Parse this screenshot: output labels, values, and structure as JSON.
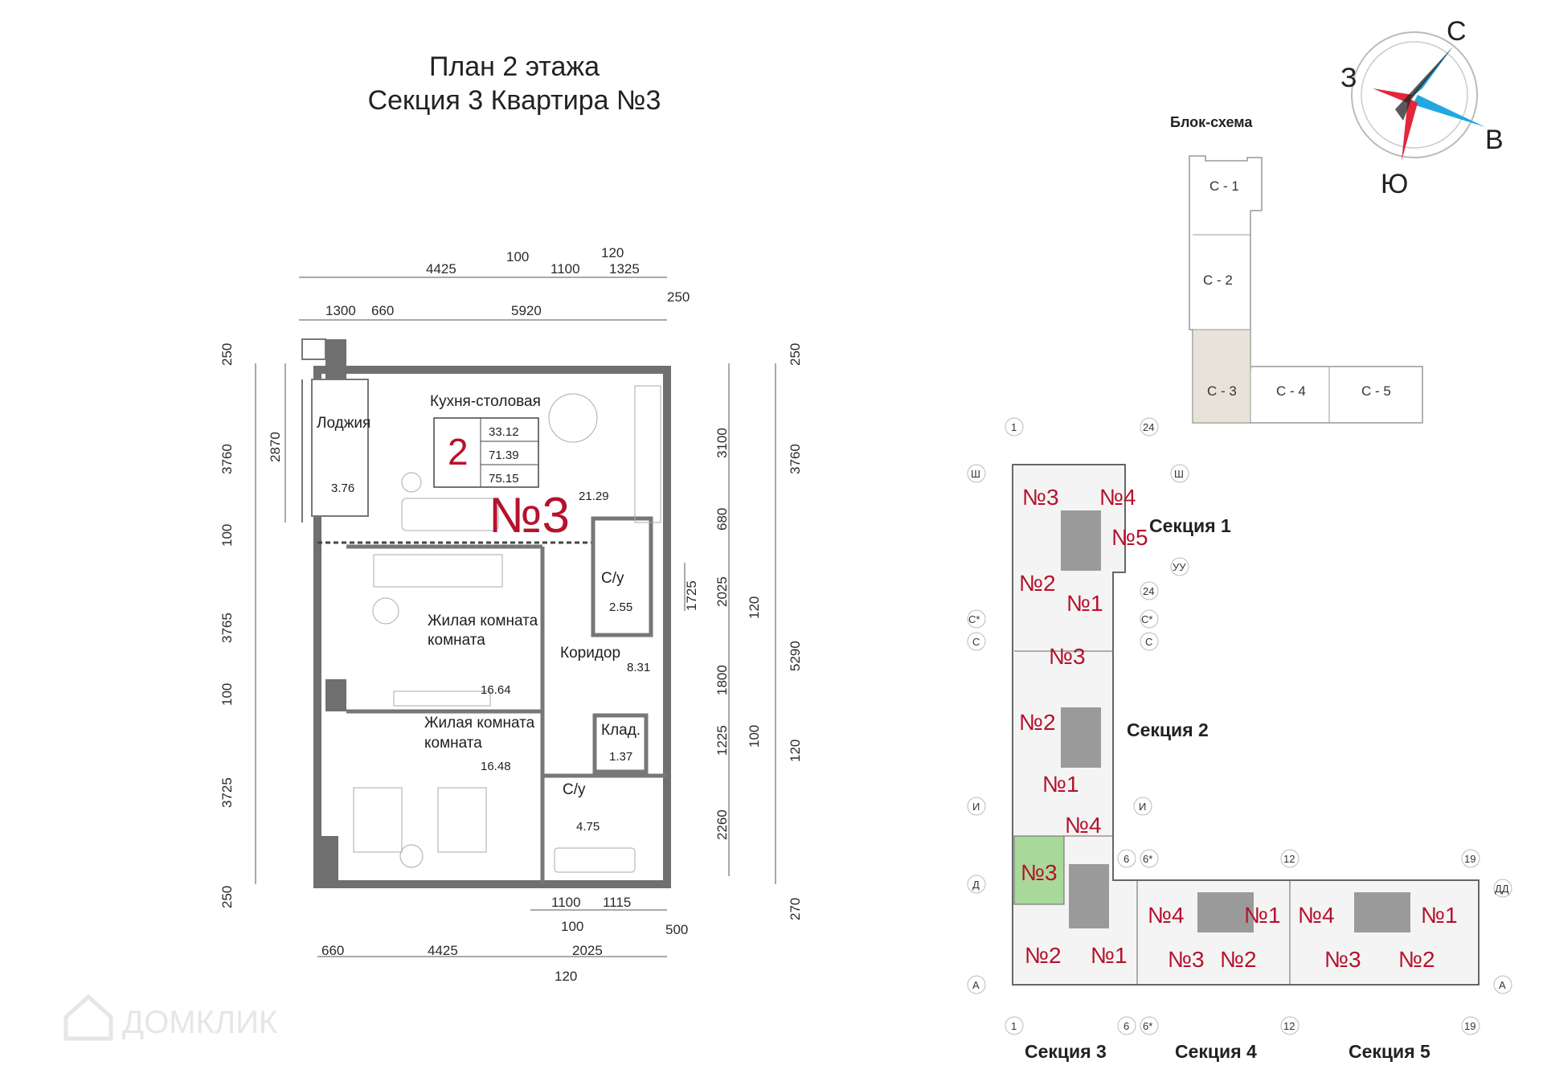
{
  "header": {
    "line1": "План 2 этажа",
    "line2": "Секция 3   Квартира №3"
  },
  "compass": {
    "n": "С",
    "w": "З",
    "e": "В",
    "s": "Ю"
  },
  "block_scheme": {
    "title": "Блок-схема",
    "blocks": [
      "С - 1",
      "С - 2",
      "С - 3",
      "С - 4",
      "С - 5"
    ]
  },
  "apartment": {
    "label": "№3",
    "rooms_count": "2",
    "areas": [
      "33.12",
      "71.39",
      "75.15"
    ],
    "rooms": [
      {
        "name": "Кухня-столовая",
        "area": "21.29"
      },
      {
        "name": "Лоджия",
        "area": "3.76"
      },
      {
        "name": "С/у",
        "area": "2.55"
      },
      {
        "name": "Жилая комната",
        "area": "16.64"
      },
      {
        "name": "Коридор",
        "area": "8.31"
      },
      {
        "name": "Клад.",
        "area": "1.37"
      },
      {
        "name": "Жилая комната",
        "area": "16.48"
      },
      {
        "name": "С/у",
        "area": "4.75"
      }
    ]
  },
  "dimensions": {
    "top_row1": [
      "4425",
      "100",
      "1100",
      "120",
      "1325"
    ],
    "top_row2": [
      "1300",
      "660",
      "5920",
      "250"
    ],
    "left_outer": [
      "250",
      "3760",
      "100",
      "3765",
      "100",
      "3725",
      "250"
    ],
    "left_inner": [
      "2870"
    ],
    "right_inner": [
      "3100",
      "680",
      "2025",
      "120",
      "1800",
      "1225",
      "100",
      "2260"
    ],
    "right_extra": [
      "1725"
    ],
    "right_outer": [
      "250",
      "3760",
      "5290",
      "120",
      "270"
    ],
    "bottom_row1": [
      "1100",
      "1115",
      "100",
      "500"
    ],
    "bottom_row2": [
      "660",
      "4425",
      "2025",
      "120"
    ]
  },
  "key_plan": {
    "sections": [
      "Секция 1",
      "Секция 2",
      "Секция 3",
      "Секция 4",
      "Секция 5"
    ],
    "axes": [
      "1",
      "24",
      "Ш",
      "УУ",
      "С*",
      "С",
      "И",
      "6",
      "6*",
      "12",
      "19",
      "Д",
      "ДД",
      "А"
    ],
    "apartments": {
      "s1": [
        "№3",
        "№4",
        "№5",
        "№2",
        "№1"
      ],
      "s2": [
        "№3",
        "№2",
        "№1",
        "№4"
      ],
      "s3": [
        "№3",
        "№2",
        "№1"
      ],
      "s4": [
        "№4",
        "№1",
        "№3",
        "№2"
      ],
      "s5": [
        "№4",
        "№1",
        "№3",
        "№2"
      ]
    }
  },
  "watermark": "ДОМКЛИК",
  "colors": {
    "wall": "#6f6f6f",
    "accent": "#b5122b",
    "highlight": "#a8d99a",
    "core": "#9a9a9a"
  }
}
